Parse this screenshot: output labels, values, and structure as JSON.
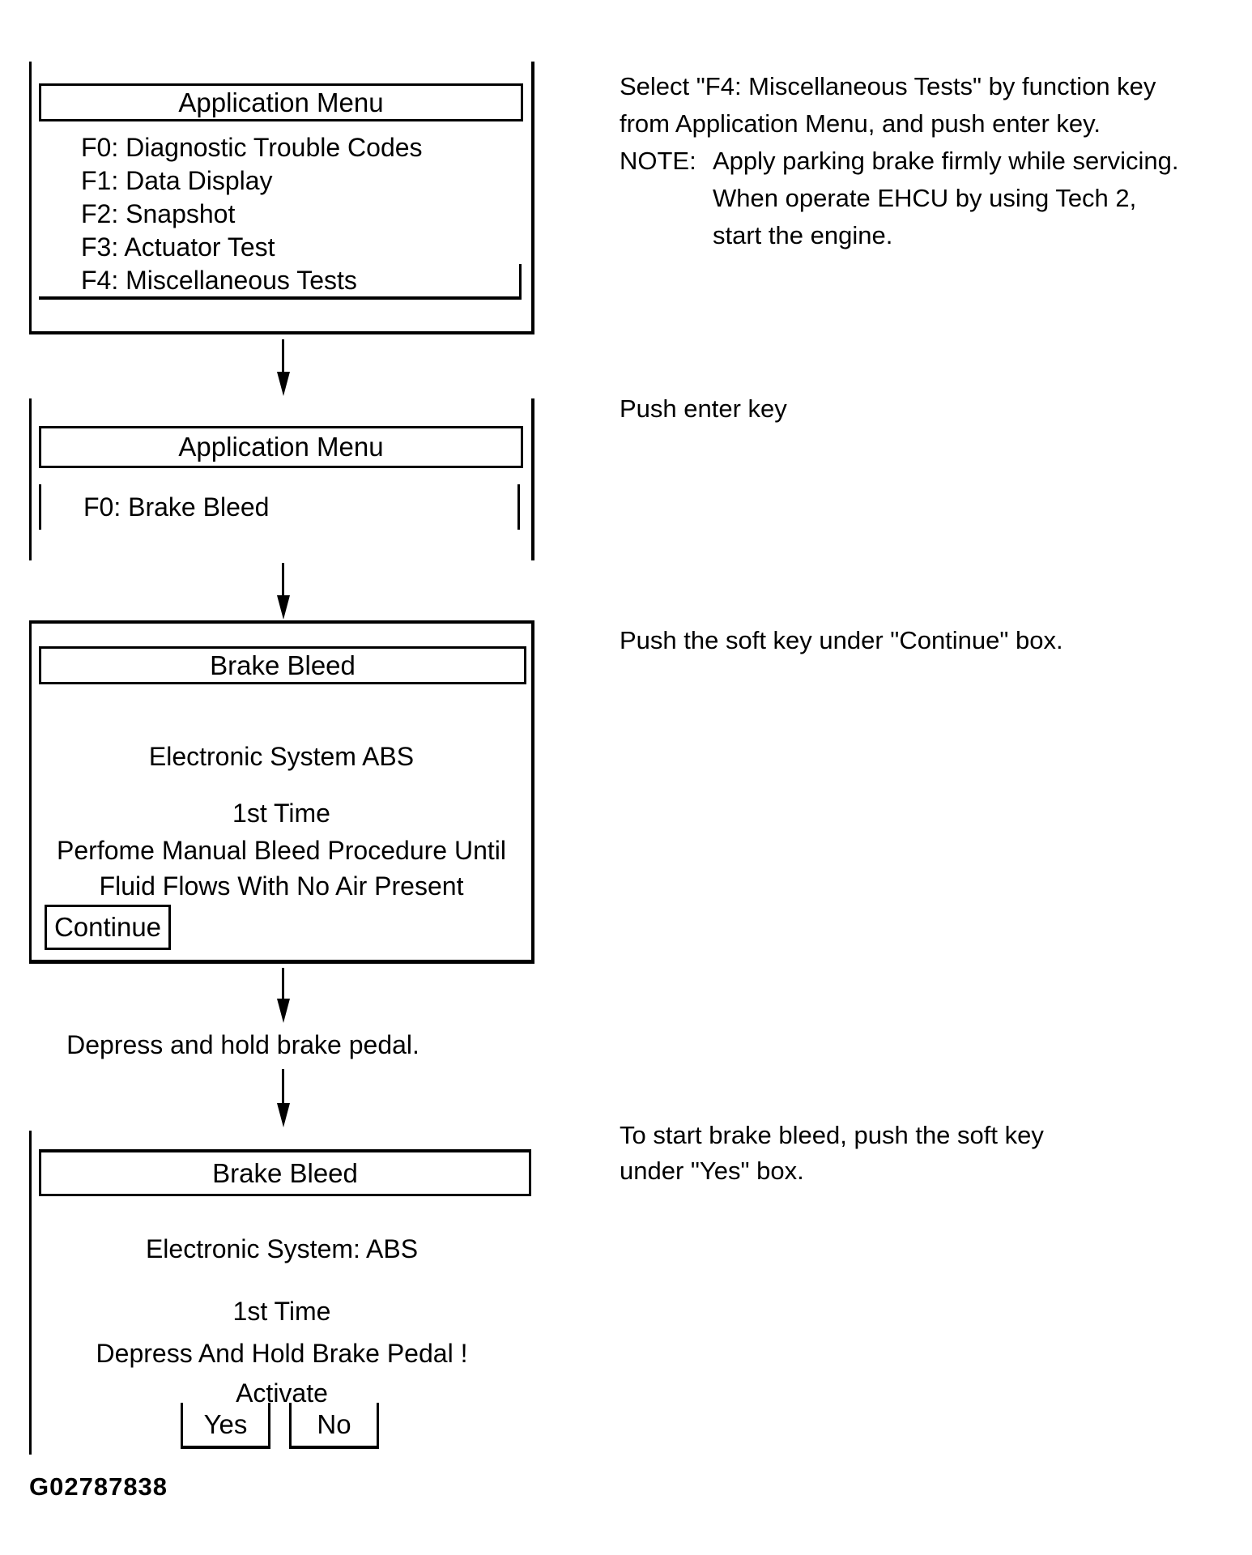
{
  "figure_id": "G02787838",
  "colors": {
    "ink": "#000000",
    "background": "#ffffff"
  },
  "flow": {
    "screen1": {
      "title": "Application Menu",
      "items": [
        "F0: Diagnostic Trouble Codes",
        "F1: Data Display",
        "F2: Snapshot",
        "F3: Actuator Test",
        "F4: Miscellaneous Tests"
      ],
      "selected_item": "F4: Miscellaneous Tests"
    },
    "screen2": {
      "title": "Application Menu",
      "items": [
        "F0: Brake Bleed"
      ]
    },
    "screen3": {
      "title": "Brake Bleed",
      "lines": [
        "Electronic System ABS",
        "1st Time",
        "Perfome Manual Bleed Procedure Until",
        "Fluid Flows With No Air Present"
      ],
      "soft_keys": [
        "Continue"
      ]
    },
    "between_note": "Depress and hold brake pedal.",
    "screen4": {
      "title": "Brake Bleed",
      "lines": [
        "Electronic System: ABS",
        "1st Time",
        "Depress And Hold Brake Pedal !",
        "Activate"
      ],
      "soft_keys": [
        "Yes",
        "No"
      ]
    }
  },
  "annotations": [
    {
      "lines": [
        "Select \"F4: Miscellaneous Tests\" by function key",
        "from Application Menu, and push enter key."
      ],
      "note_label": "NOTE:",
      "note_lines": [
        "Apply parking brake firmly while servicing.",
        "When operate EHCU by using Tech 2,",
        "start the engine."
      ]
    },
    {
      "lines": [
        "Push enter key"
      ]
    },
    {
      "lines": [
        "Push the soft key under \"Continue\" box."
      ]
    },
    {
      "lines": [
        "To start brake bleed, push the soft key",
        "under \"Yes\" box."
      ]
    }
  ]
}
